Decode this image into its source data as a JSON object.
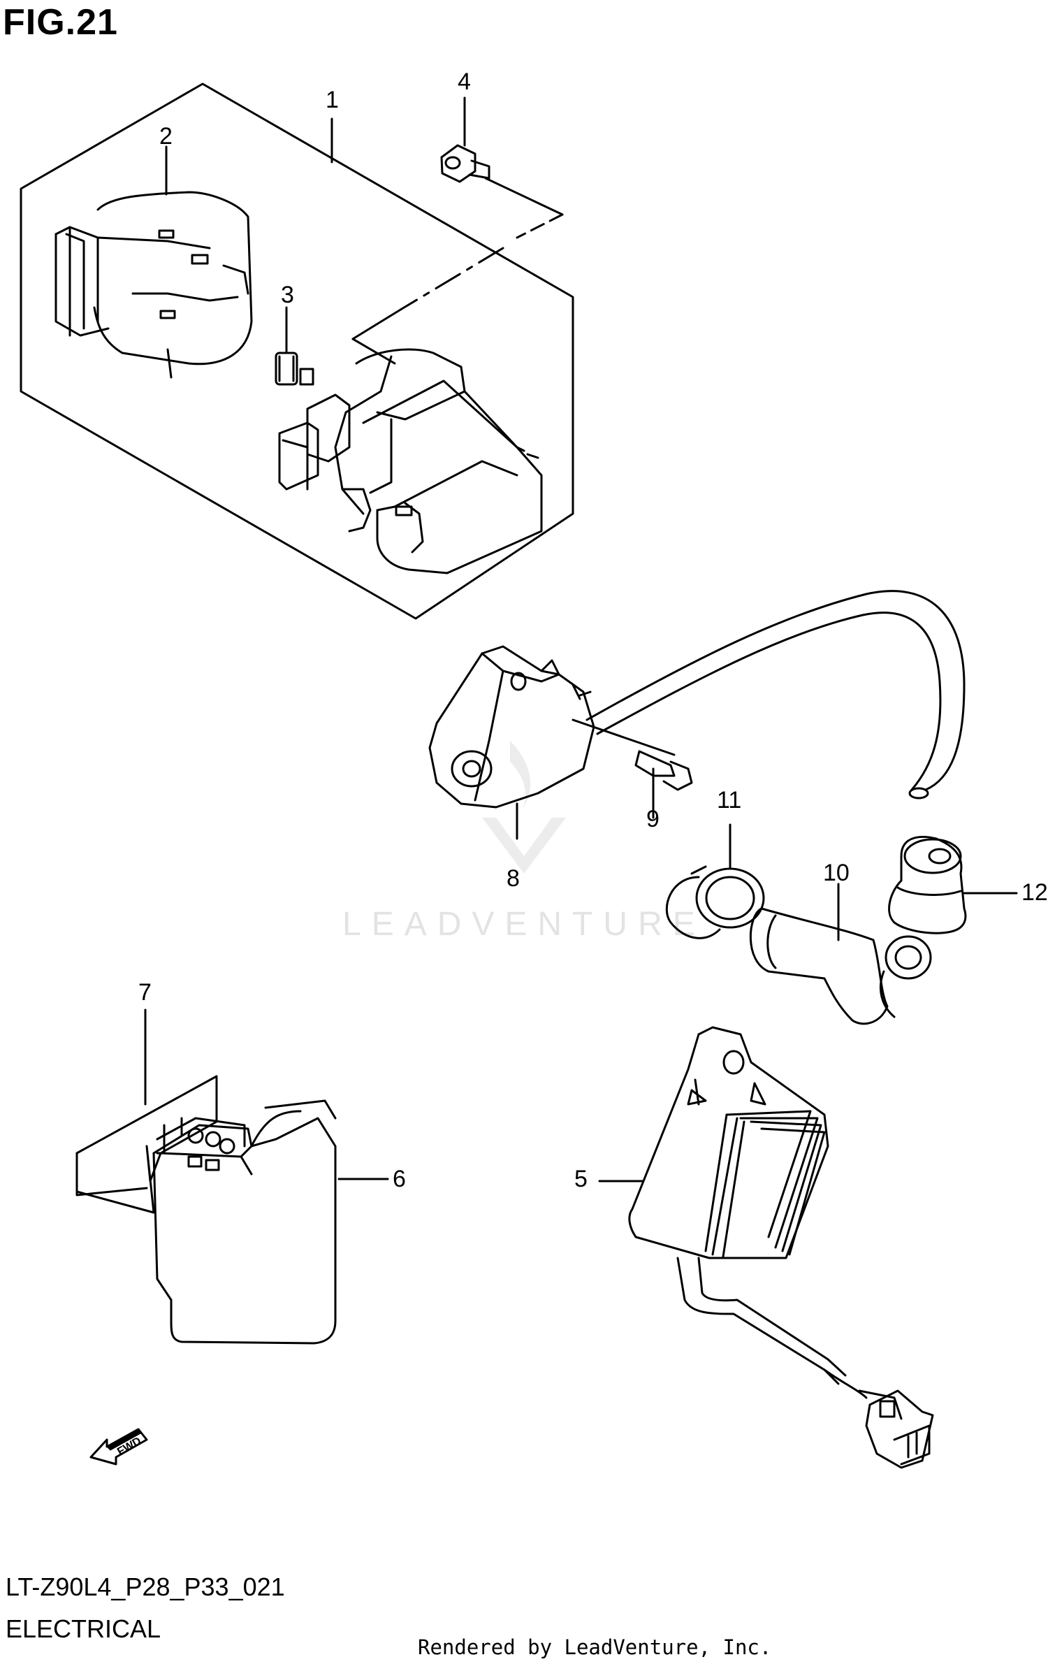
{
  "figure": {
    "title": "FIG.21"
  },
  "footer": {
    "code": "LT-Z90L4_P28_P33_021",
    "section": "ELECTRICAL",
    "rendered_by": "Rendered by LeadVenture, Inc."
  },
  "watermark": "LEADVENTURE",
  "fwd_label": "FWD",
  "callouts": [
    "1",
    "2",
    "3",
    "4",
    "5",
    "6",
    "7",
    "8",
    "9",
    "10",
    "11",
    "12"
  ]
}
